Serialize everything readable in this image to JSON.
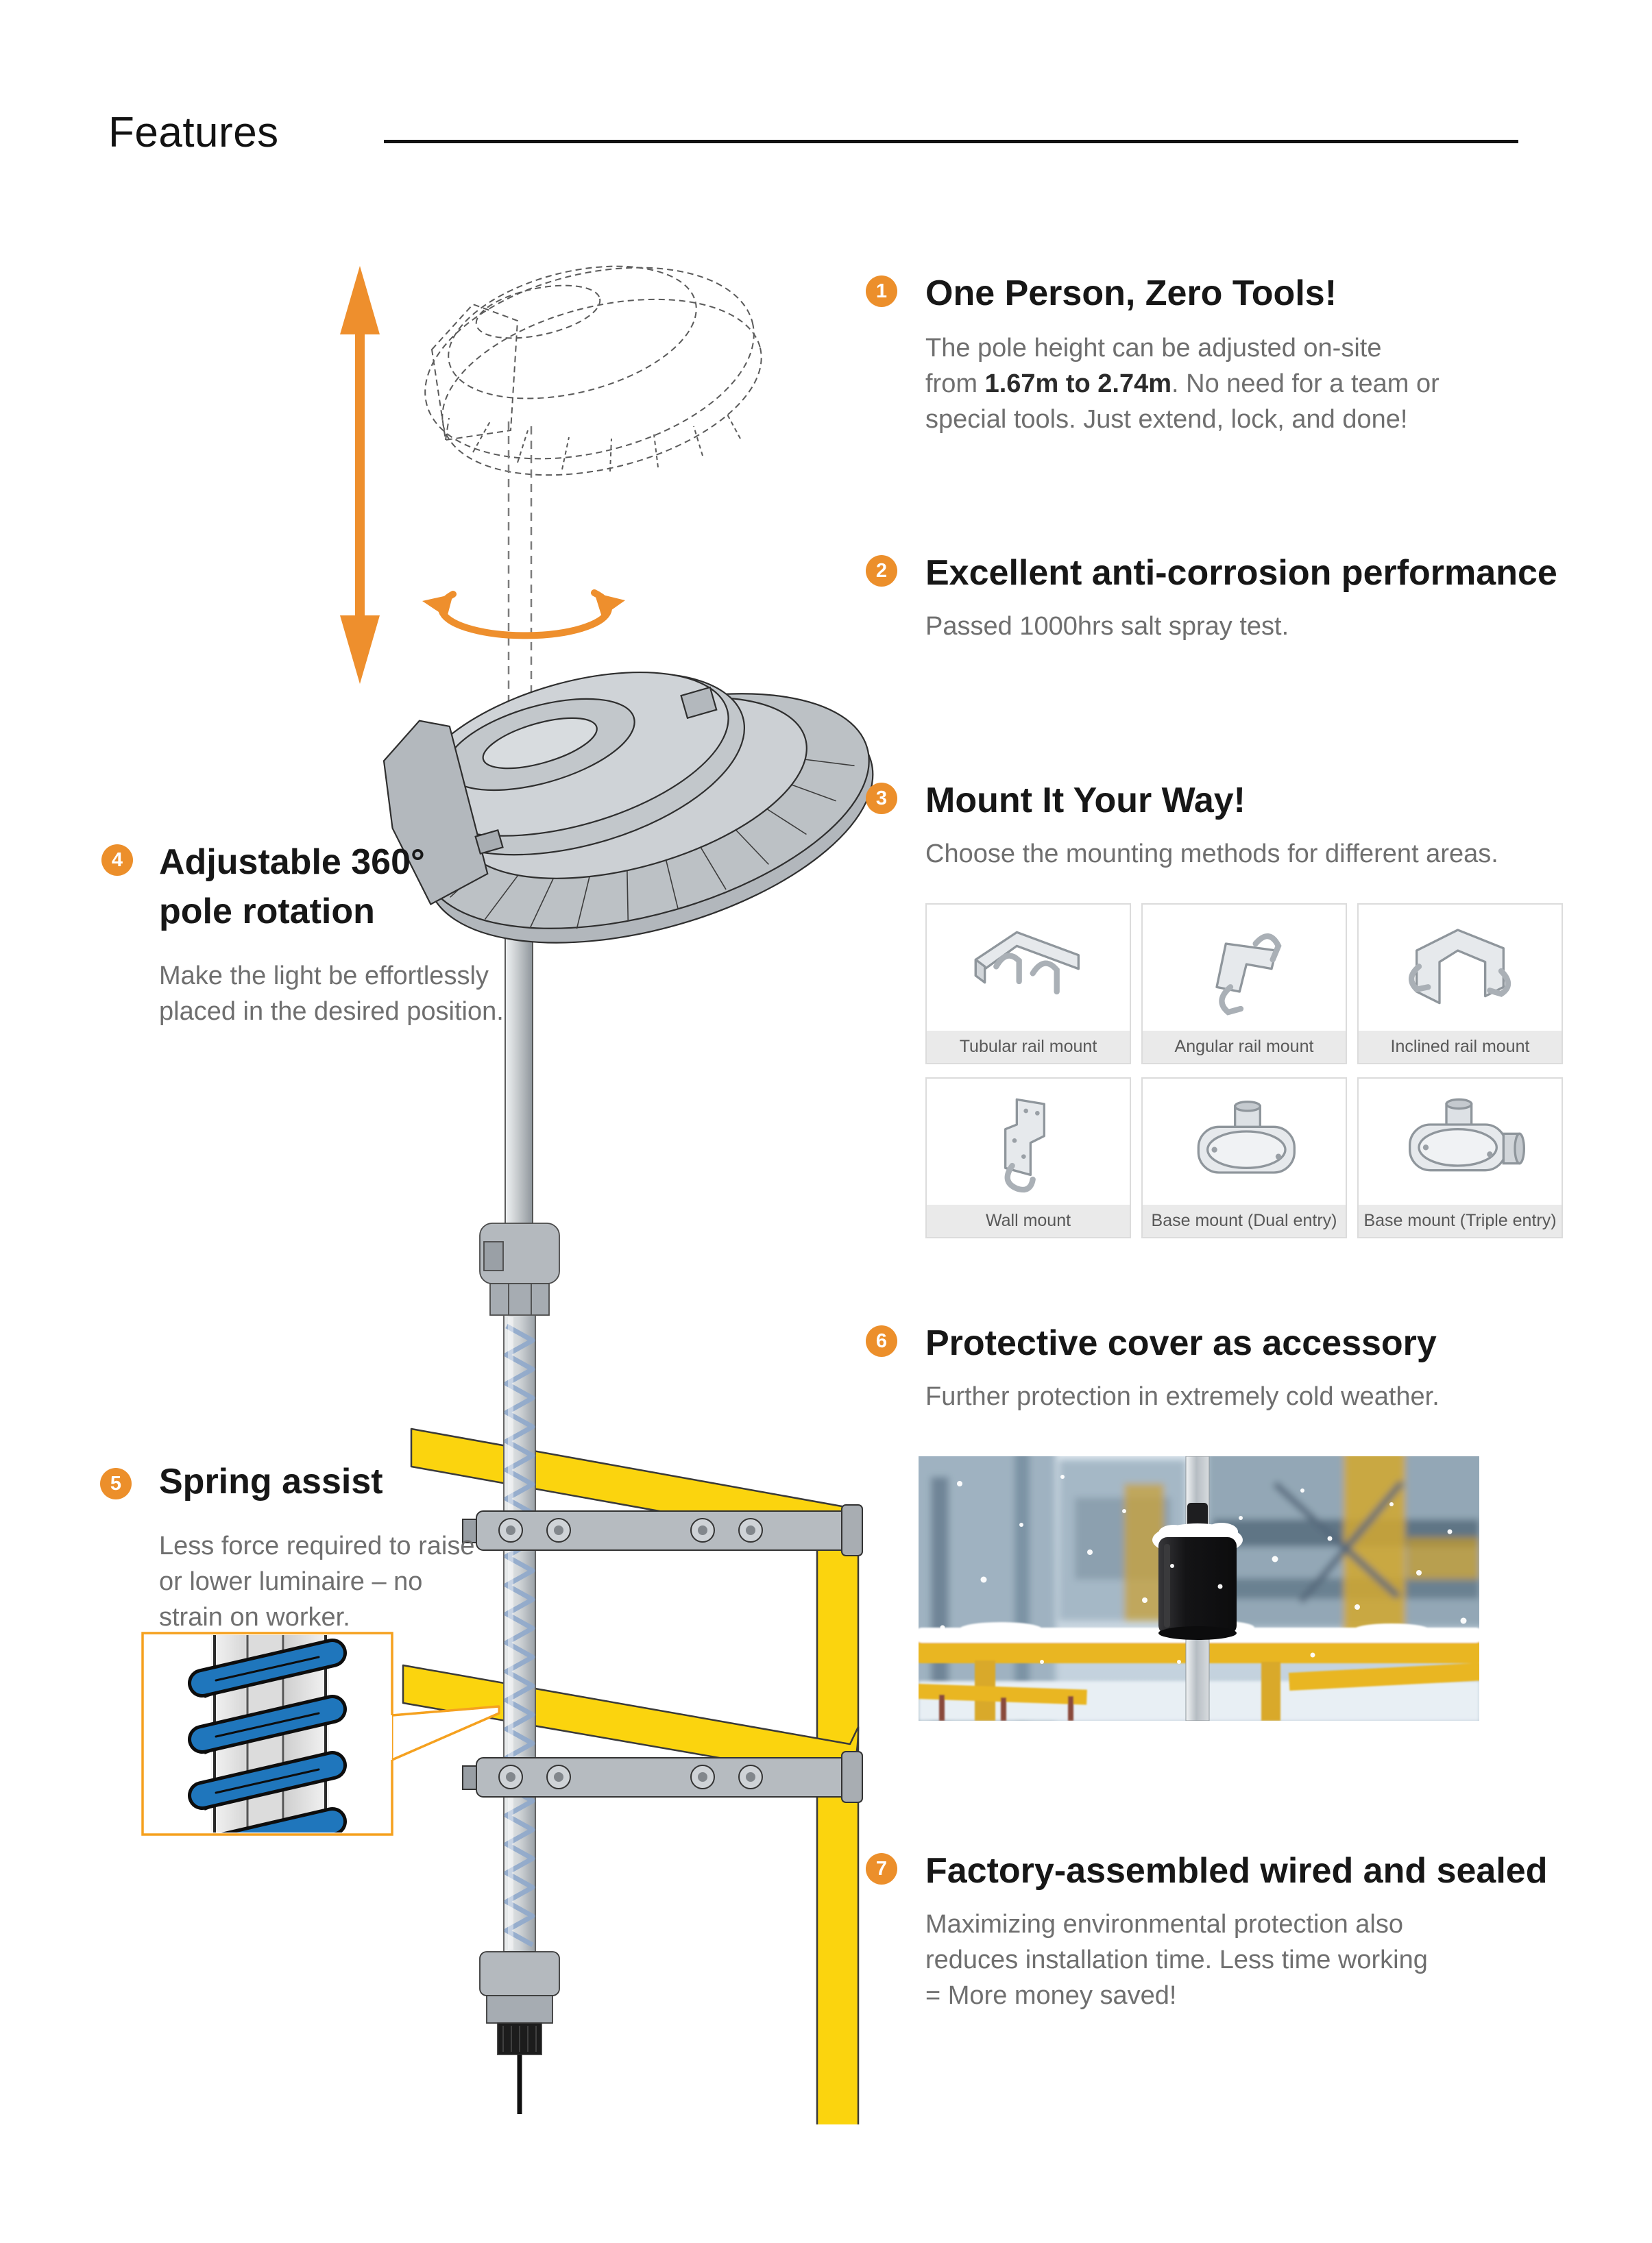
{
  "title": "Features",
  "features": {
    "one": {
      "num": "1",
      "title": "One Person, Zero Tools!",
      "line1": "The pole height can be adjusted on-site",
      "line2_pre": "from ",
      "line2_bold": "1.67m to 2.74m",
      "line2_post": ". No need for a team or",
      "line3": "special tools. Just extend, lock, and done!"
    },
    "two": {
      "num": "2",
      "title": "Excellent anti-corrosion performance",
      "line1": "Passed 1000hrs salt spray test."
    },
    "three": {
      "num": "3",
      "title": "Mount It Your Way!",
      "line1": "Choose the mounting methods for different areas.",
      "mounts": [
        {
          "label": "Tubular rail mount"
        },
        {
          "label": "Angular rail mount"
        },
        {
          "label": "Inclined rail mount"
        },
        {
          "label": "Wall mount"
        },
        {
          "label": "Base mount (Dual entry)"
        },
        {
          "label": "Base mount (Triple entry)"
        }
      ]
    },
    "four": {
      "num": "4",
      "title_line1": "Adjustable 360°",
      "title_line2": "pole rotation",
      "line1": "Make the light be effortlessly",
      "line2": "placed in the desired position."
    },
    "five": {
      "num": "5",
      "title": "Spring assist",
      "line1": "Less force required to raise",
      "line2": "or lower luminaire – no",
      "line3": "strain on worker."
    },
    "six": {
      "num": "6",
      "title": "Protective cover as accessory",
      "line1": "Further protection in extremely cold weather."
    },
    "seven": {
      "num": "7",
      "title": "Factory-assembled wired and sealed",
      "line1": "Maximizing environmental protection also",
      "line2": "reduces installation time. Less time working",
      "line3": "= More money saved!"
    }
  },
  "colors": {
    "accent_orange": "#EC8F2B",
    "rail_yellow": "#FBD40E",
    "spring_blue": "#1F76BC",
    "heading_text": "#171717",
    "body_text": "#6F6F6F"
  }
}
